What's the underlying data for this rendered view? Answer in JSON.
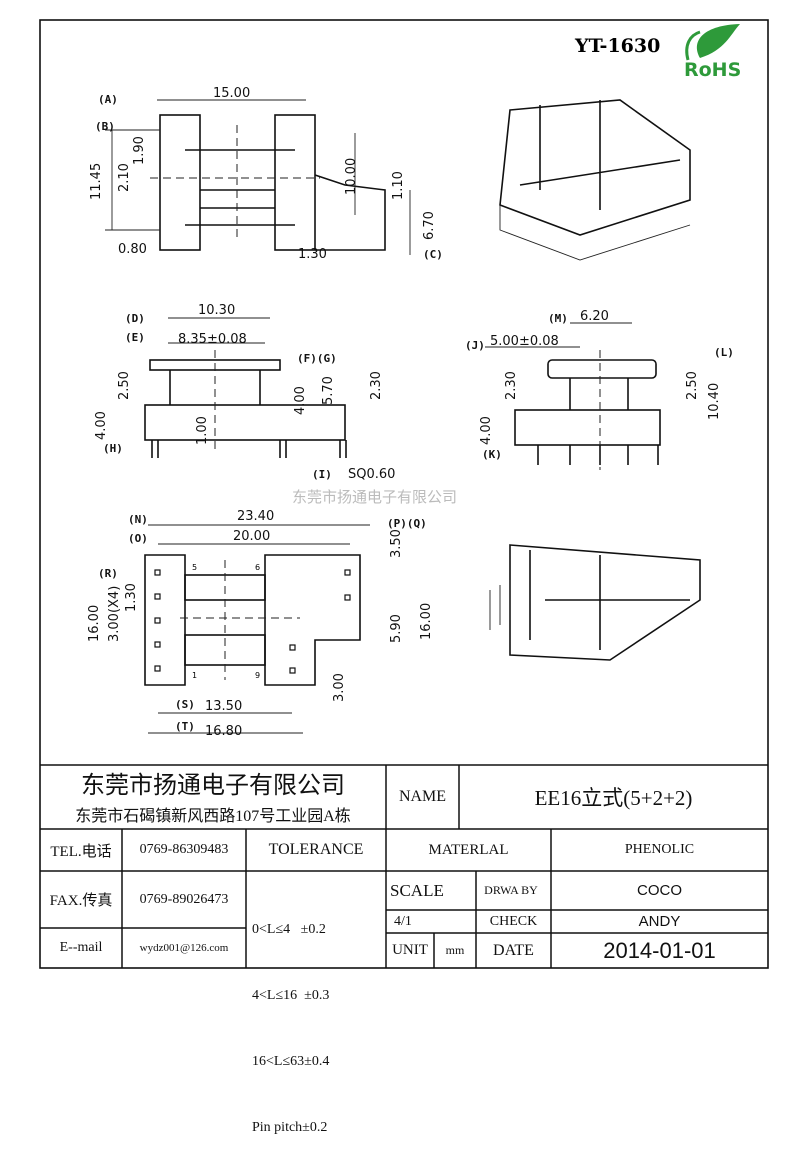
{
  "header": {
    "part_number": "YT-1630",
    "rohs_logo": "RoHS"
  },
  "watermark": "东莞市扬通电子有限公司",
  "views": {
    "top": {
      "tags": [
        "(A)",
        "(B)",
        "(C)"
      ],
      "dims": [
        "15.00",
        "11.45",
        "2.10",
        "1.90",
        "10.00",
        "1.10",
        "6.70",
        "0.80",
        "1.30"
      ]
    },
    "front": {
      "tags": [
        "(D)",
        "(E)",
        "(F)(G)",
        "(H)",
        "(I)"
      ],
      "dims": [
        "10.30",
        "8.35±0.08",
        "2.50",
        "4.00",
        "1.00",
        "4.00",
        "5.70",
        "2.30",
        "SQ0.60"
      ]
    },
    "side": {
      "tags": [
        "(M)",
        "(J)",
        "(L)",
        "(K)"
      ],
      "dims": [
        "6.20",
        "5.00±0.08",
        "2.30",
        "4.00",
        "2.50",
        "10.40"
      ]
    },
    "bottom": {
      "tags": [
        "(N)",
        "(O)",
        "(P)(Q)",
        "(R)",
        "(S)",
        "(T)"
      ],
      "dims": [
        "23.40",
        "20.00",
        "3.50",
        "1.30",
        "3.00(X4)",
        "16.00",
        "5.90",
        "16.00",
        "3.00",
        "13.50",
        "16.80"
      ],
      "pins": [
        "5",
        "6",
        "1",
        "9"
      ]
    }
  },
  "title_block": {
    "company": "东莞市扬通电子有限公司",
    "address": "东莞市石碣镇新风西路107号工业园A栋",
    "name_label": "NAME",
    "name_value": "EE16立式(5+2+2)",
    "tel_label": "TEL.电话",
    "tel_value": "0769-86309483",
    "fax_label": "FAX.传真",
    "fax_value": "0769-89026473",
    "email_label": "E--mail",
    "email_value": "wydz001@126.com",
    "tolerance_label": "TOLERANCE",
    "tolerance_lines": [
      "0<L≤4   ±0.2",
      "4<L≤16  ±0.3",
      "16<L≤63±0.4",
      "Pin pitch±0.2"
    ],
    "material_label": "MATERLAL",
    "material_value": "PHENOLIC",
    "scale_label": "SCALE",
    "scale_value": "4/1",
    "unit_label": "UNIT",
    "unit_value": "mm",
    "drawn_label": "DRWA BY",
    "drawn_value": "COCO",
    "check_label": "CHECK",
    "check_value": "ANDY",
    "date_label": "DATE",
    "date_value": "2014-01-01"
  }
}
